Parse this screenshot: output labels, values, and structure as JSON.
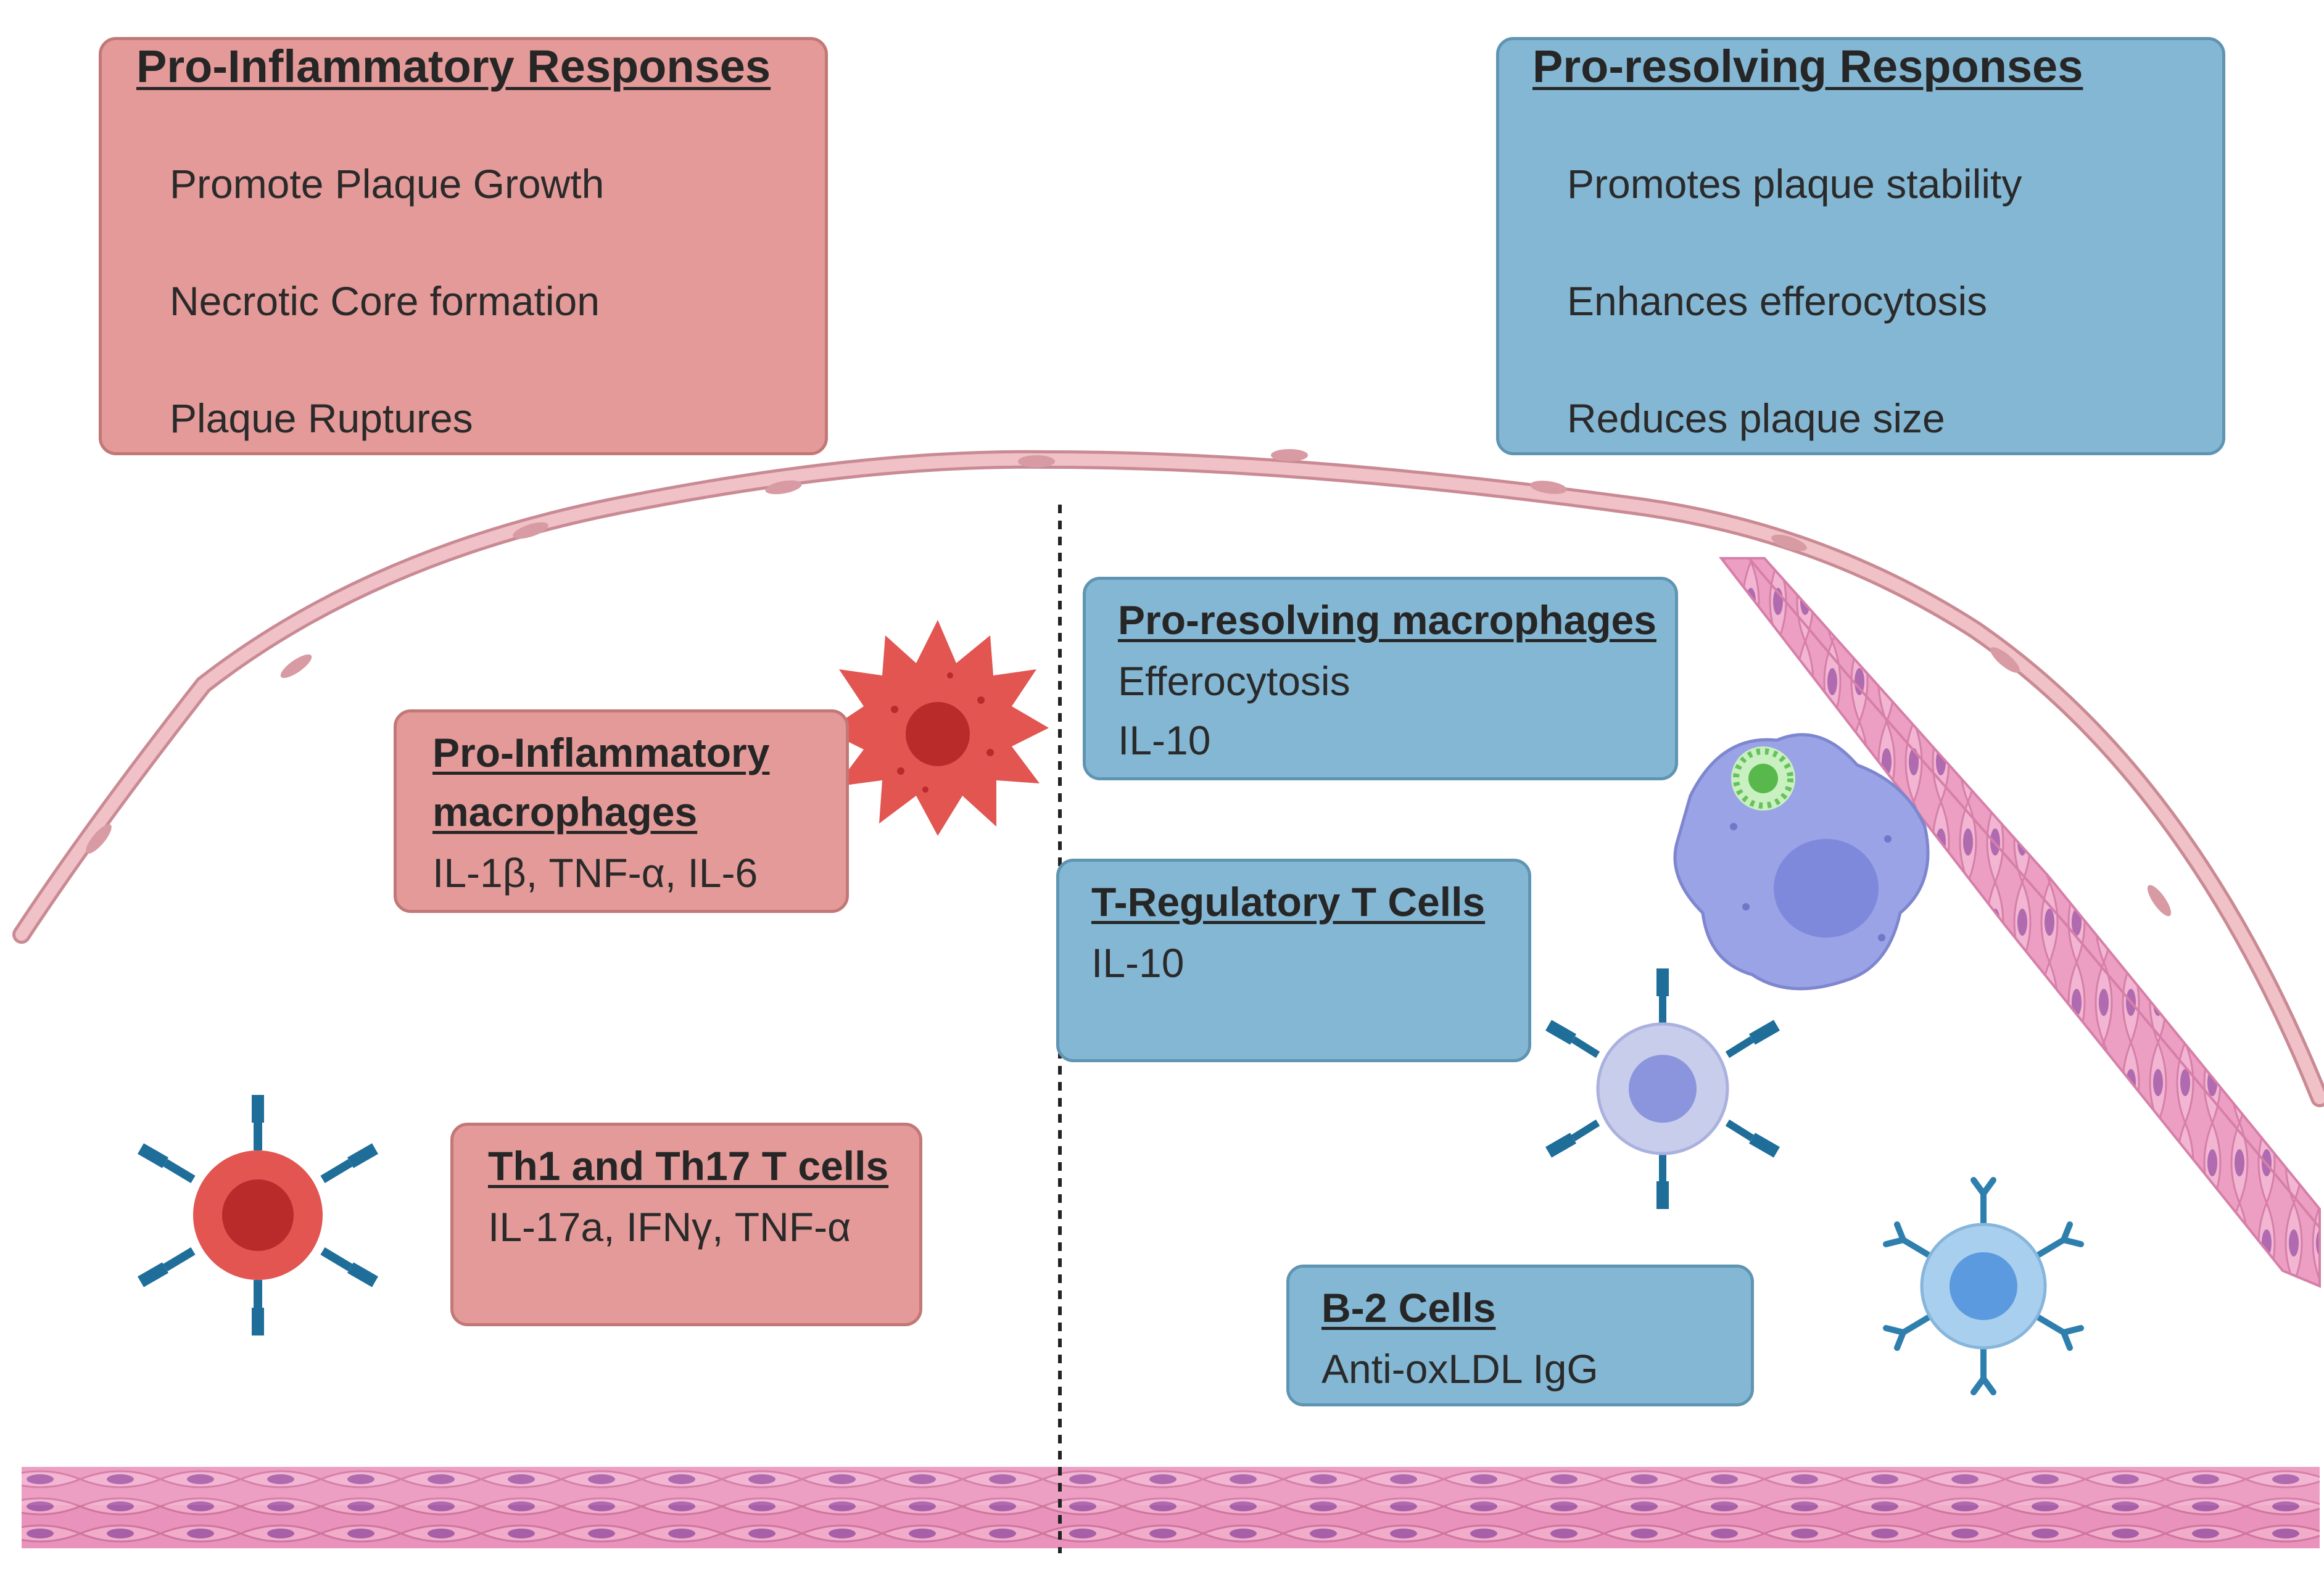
{
  "colors": {
    "pro_inflammatory_box": "#e39a98",
    "pro_resolving_box": "#84b7d4",
    "endothelium": "#e9b1b8",
    "smooth_muscle": "#ec9fc2",
    "smc_nucleus": "#b06ab0",
    "inflammatory_cell": "#e25551",
    "resolving_macrophage": "#9aa3e6",
    "treg_cell": "#c8cdeb",
    "b_cell": "#a9cfee",
    "receptor": "#1f6e9a"
  },
  "pro_inflammatory": {
    "title": "Pro-Inflammatory Responses",
    "items": [
      "Promote Plaque Growth",
      "Necrotic Core formation",
      "Plaque Ruptures"
    ]
  },
  "pro_resolving": {
    "title": "Pro-resolving Responses",
    "items": [
      "Promotes plaque stability",
      "Enhances efferocytosis",
      "Reduces plaque size"
    ]
  },
  "inflammatory_macrophages": {
    "title_line1": "Pro-Inflammatory",
    "title_line2": "macrophages",
    "cytokines": "IL-1β, TNF-α, IL-6"
  },
  "th_cells": {
    "title": "Th1 and Th17 T cells",
    "cytokines": "IL-17a, IFNγ, TNF-α"
  },
  "resolving_macrophages": {
    "title": "Pro-resolving macrophages",
    "line1": "Efferocytosis",
    "line2": "IL-10"
  },
  "treg": {
    "title": "T-Regulatory T Cells",
    "line1": "IL-10"
  },
  "b2": {
    "title": "B-2 Cells",
    "line1": "Anti-oxLDL IgG"
  },
  "icons": [
    "endothelial-cell-icon",
    "smooth-muscle-cell-icon",
    "inflammatory-macrophage-icon",
    "th-cell-icon",
    "efferocytic-macrophage-icon",
    "apoptotic-cell-icon",
    "treg-cell-icon",
    "b-cell-icon"
  ]
}
